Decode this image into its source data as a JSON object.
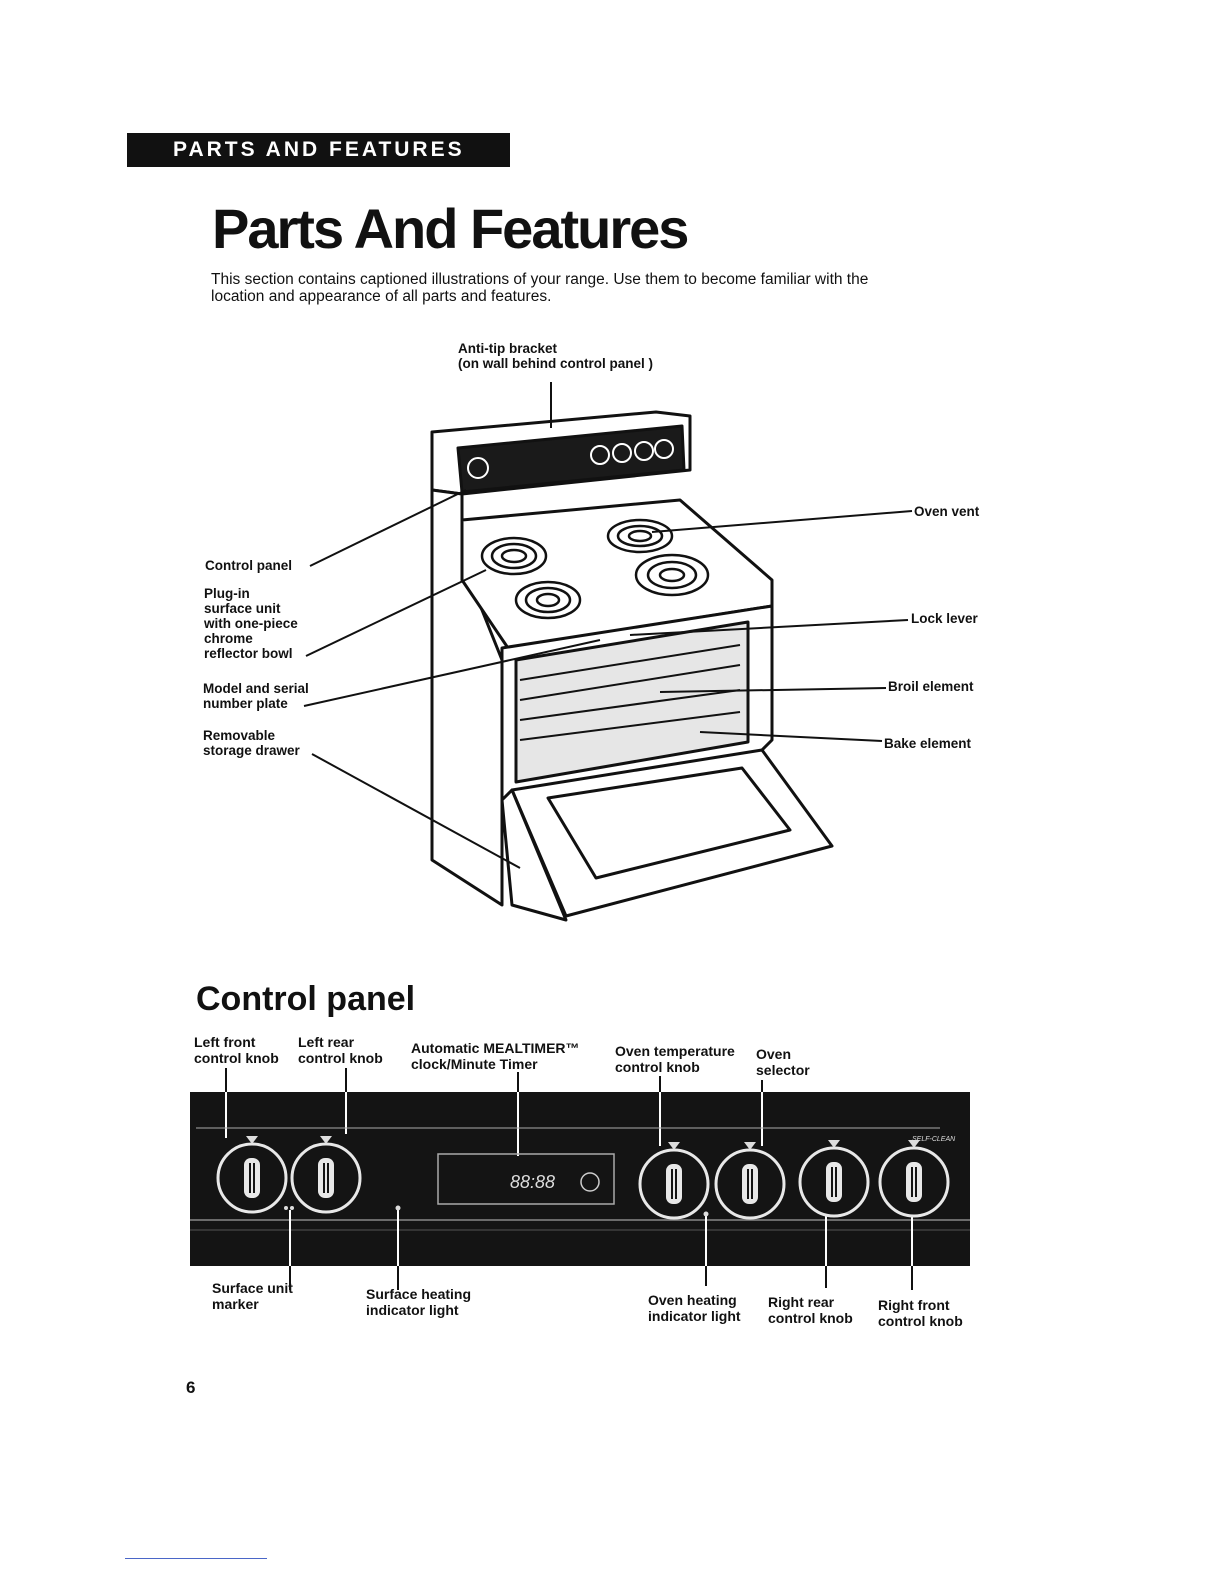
{
  "header": {
    "section_label": "PARTS AND FEATURES"
  },
  "page": {
    "title": "Parts And Features",
    "intro_line_1": "This section contains captioned illustrations of your range. Use them to become familiar with the",
    "intro_line_2": "location and appearance of all parts and features.",
    "number": "6"
  },
  "range_labels": {
    "anti_tip_1": "Anti-tip bracket",
    "anti_tip_2": "(on wall behind control panel )",
    "control_panel": "Control panel",
    "plug_in_1": "Plug-in",
    "plug_in_2": "surface unit",
    "plug_in_3": "with one-piece",
    "plug_in_4": "chrome",
    "plug_in_5": "reflector bowl",
    "model_1": "Model and serial",
    "model_2": "number plate",
    "drawer_1": "Removable",
    "drawer_2": "storage drawer",
    "oven_vent": "Oven vent",
    "lock_lever": "Lock lever",
    "broil_element": "Broil element",
    "bake_element": "Bake element"
  },
  "control_panel": {
    "title": "Control panel",
    "top_labels": {
      "left_front_1": "Left front",
      "left_front_2": "control knob",
      "left_rear_1": "Left rear",
      "left_rear_2": "control knob",
      "clock_1": "Automatic MEALTIMER™",
      "clock_2": "clock/Minute Timer",
      "oven_temp_1": "Oven temperature",
      "oven_temp_2": "control knob",
      "oven_sel_1": "Oven",
      "oven_sel_2": "selector"
    },
    "bottom_labels": {
      "surface_marker_1": "Surface unit",
      "surface_marker_2": "marker",
      "surface_light_1": "Surface heating",
      "surface_light_2": "indicator light",
      "oven_light_1": "Oven heating",
      "oven_light_2": "indicator light",
      "right_rear_1": "Right rear",
      "right_rear_2": "control knob",
      "right_front_1": "Right front",
      "right_front_2": "control knob"
    },
    "panel_text": {
      "self_clean": "SELF-CLEAN",
      "display": "88:88"
    }
  }
}
